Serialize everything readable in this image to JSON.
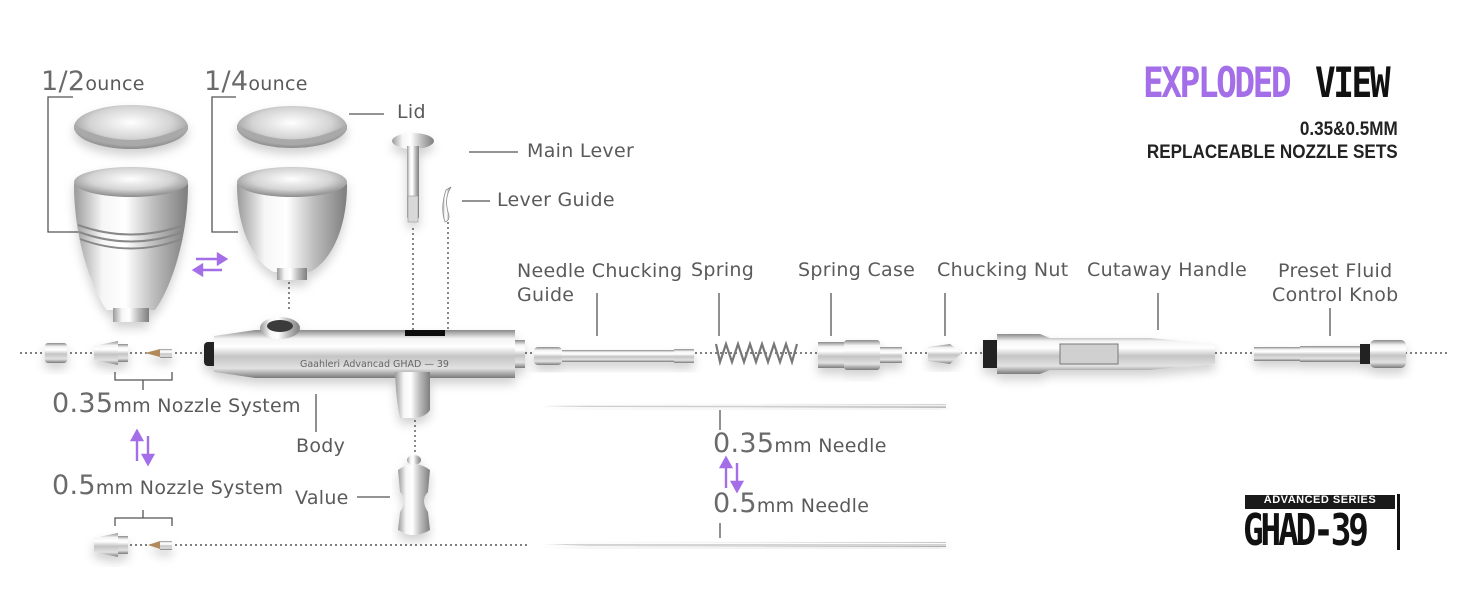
{
  "header": {
    "title_highlight": "EXPLODED",
    "title_rest": "VIEW",
    "subtitle_1": "0.35&0.5MM",
    "subtitle_2": "REPLACEABLE NOZZLE SETS"
  },
  "badge": {
    "series": "ADVANCED SERIES",
    "model": "GHAD-39"
  },
  "body_engraving": "Gaahleri   Advancad   GHAD — 39",
  "labels": {
    "cup_half_size": "1/2",
    "cup_half_unit": "ounce",
    "cup_quarter_size": "1/4",
    "cup_quarter_unit": "ounce",
    "lid": "Lid",
    "main_lever": "Main Lever",
    "lever_guide": "Lever Guide",
    "needle_chucking_guide_1": "Needle Chucking",
    "needle_chucking_guide_2": "Guide",
    "spring": "Spring",
    "spring_case": "Spring Case",
    "chucking_nut": "Chucking Nut",
    "cutaway_handle": "Cutaway Handle",
    "preset_knob_1": "Preset Fluid",
    "preset_knob_2": "Control Knob",
    "nozzle_035_size": "0.35",
    "nozzle_035_unit": "mm Nozzle System",
    "nozzle_05_size": "0.5",
    "nozzle_05_unit": "mm Nozzle System",
    "body": "Body",
    "valve": "Value",
    "needle_035_size": "0.35",
    "needle_035_unit": "mm Needle",
    "needle_05_size": "0.5",
    "needle_05_unit": "mm Needle"
  },
  "colors": {
    "accent": "#a36ee8",
    "text": "#5a5a5a",
    "dark": "#111111"
  }
}
